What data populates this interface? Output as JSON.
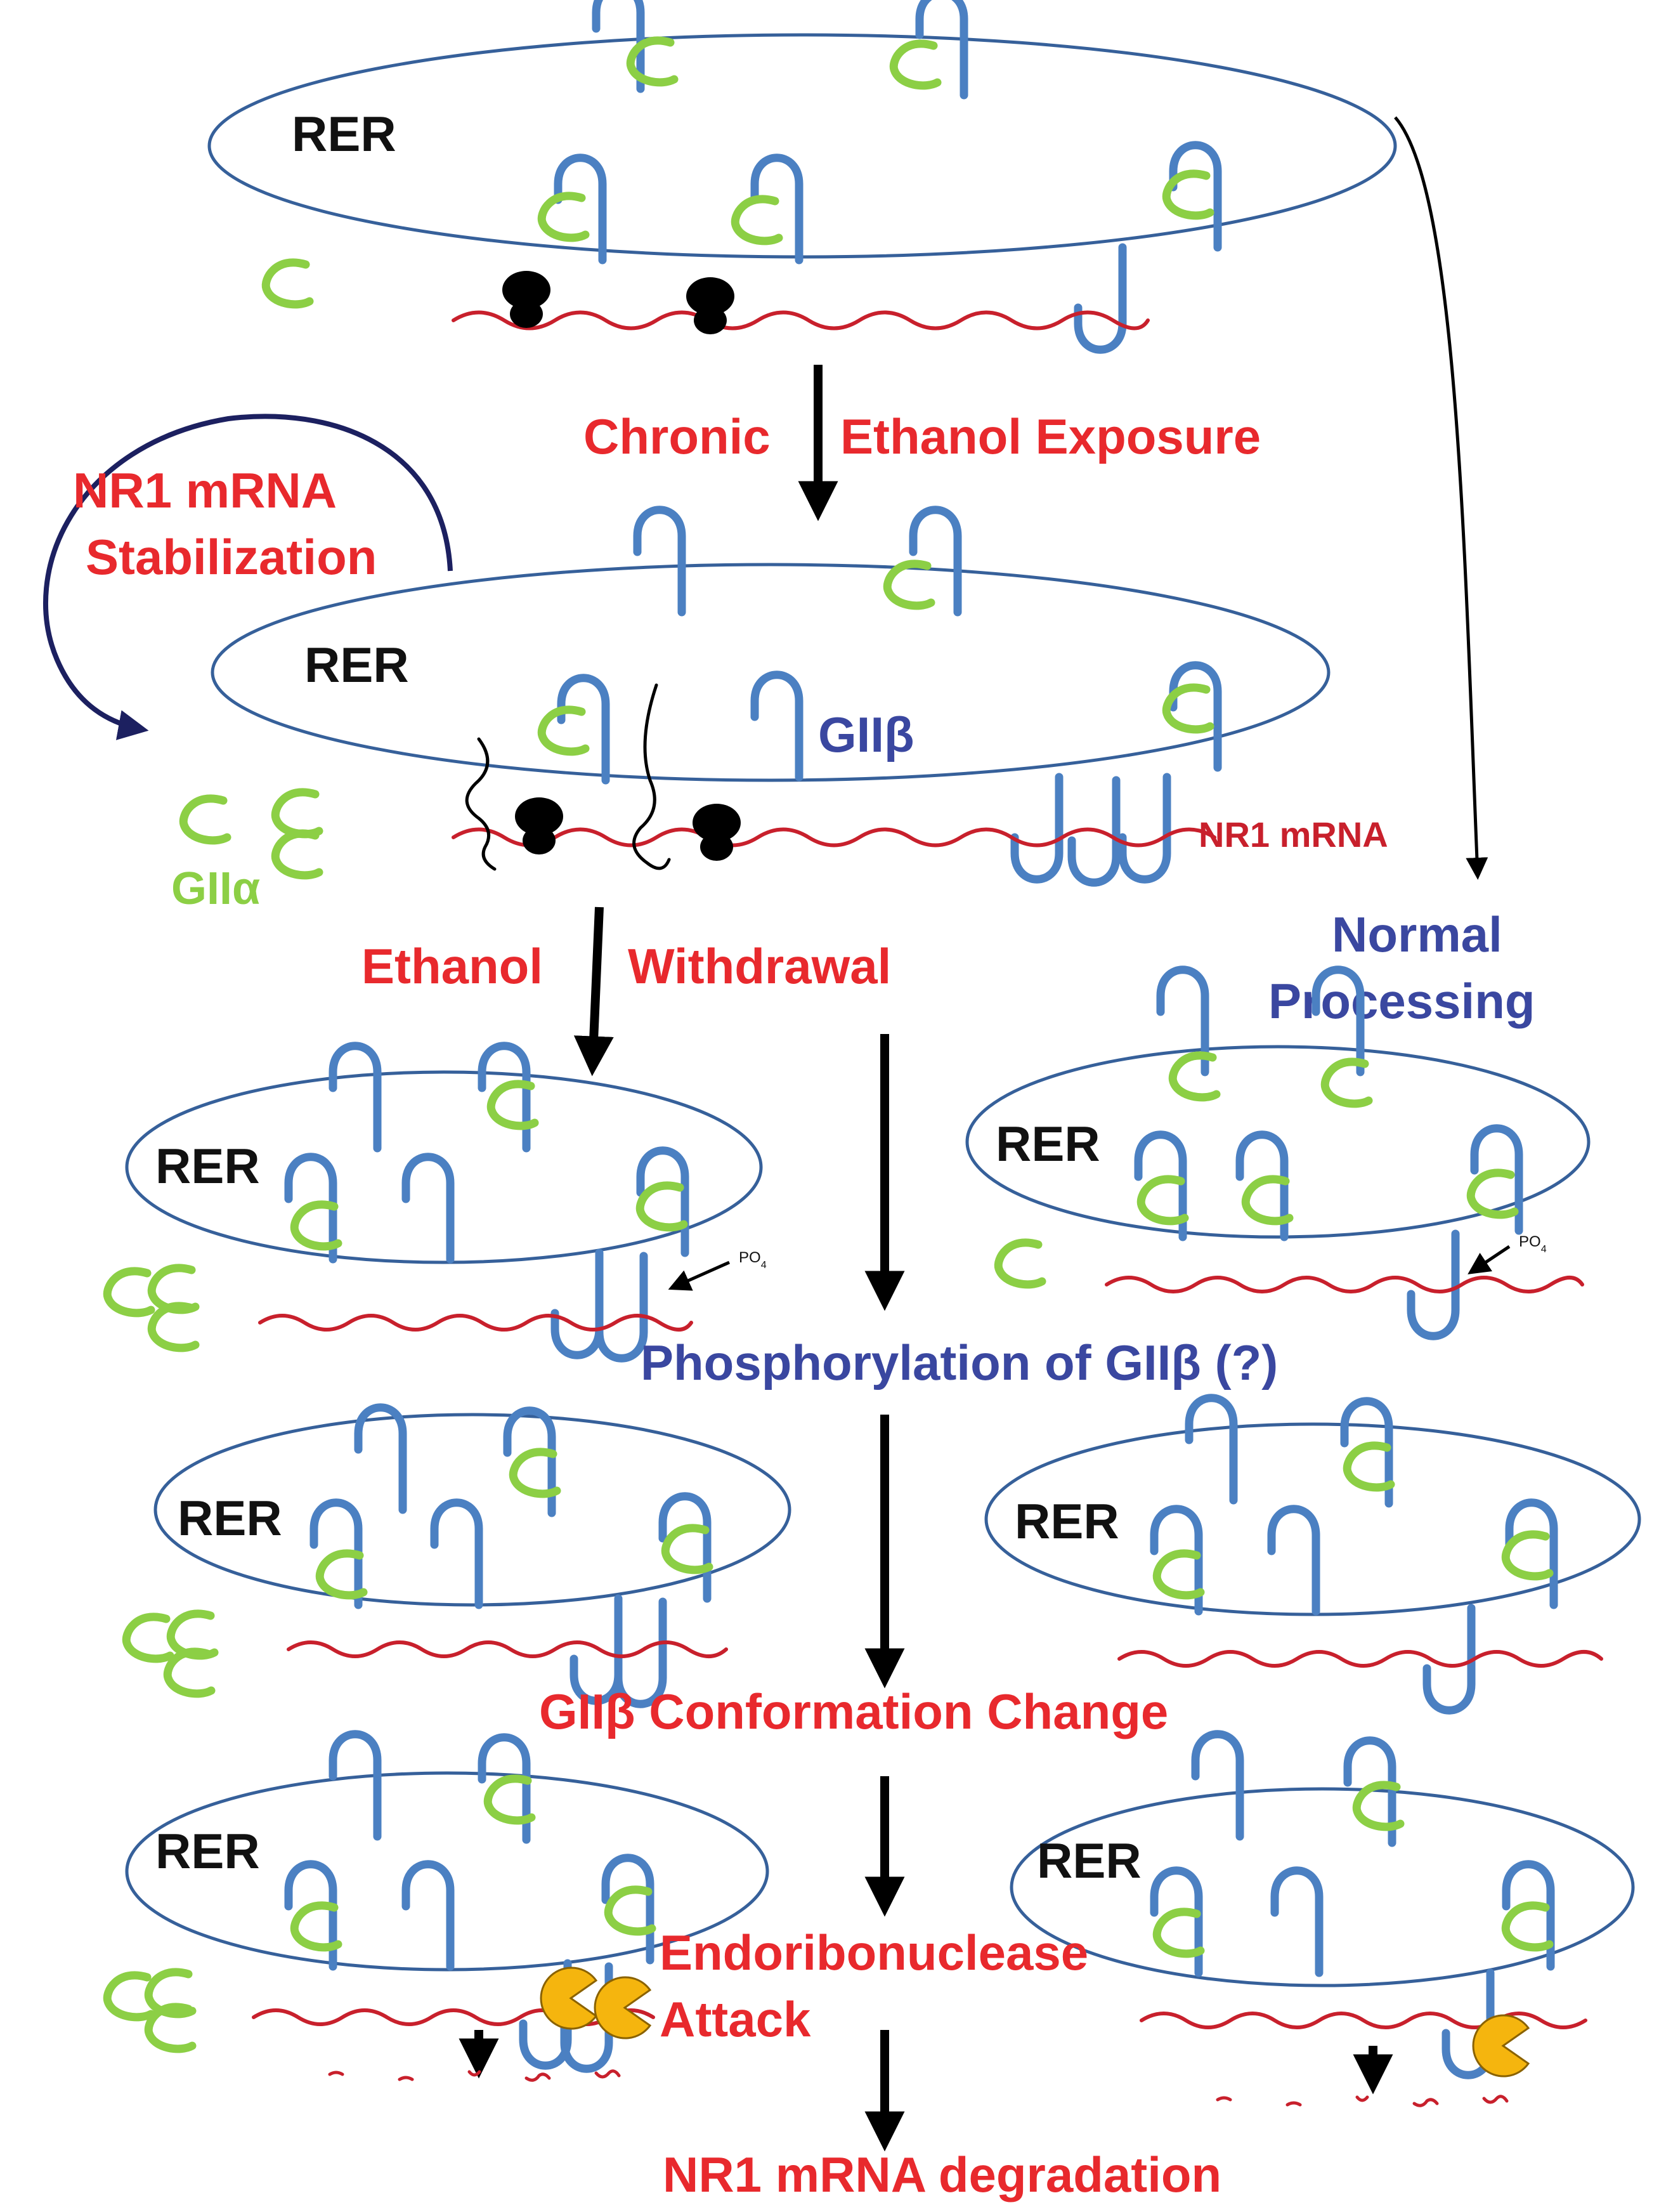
{
  "diagram": {
    "rer_label": "RER",
    "steps": {
      "chronic_exposure_left": "Chronic",
      "chronic_exposure_right": "Ethanol Exposure",
      "stabilization_line1": "NR1 mRNA",
      "stabilization_line2": "Stabilization",
      "withdrawal_left": "Ethanol",
      "withdrawal_right": "Withdrawal",
      "normal_line1": "Normal",
      "normal_line2": "Processing",
      "phosphorylation": "Phosphorylation of GIIβ (?)",
      "conformation": "GIIβ Conformation Change",
      "endo_line1": "Endoribonuclease",
      "endo_line2": "Attack",
      "degradation": "NR1 mRNA degradation"
    },
    "molecule_labels": {
      "gii_beta": "GIIβ",
      "gii_alpha": "GIIα",
      "nr1_mrna": "NR1 mRNA",
      "po4": "PO",
      "po4_subscript": "4"
    },
    "colors": {
      "step_text": "#e8292d",
      "normal_text": "#3a47a0",
      "membrane": "#36609a",
      "gii_beta": "#4b80c2",
      "gii_alpha": "#8ccf45",
      "mrna": "#c8202c",
      "endoribonuclease": "#f5b50e"
    },
    "icons": {
      "ribosome": "ribosome-icon",
      "endoribonuclease": "pacman-enzyme-icon",
      "gii_beta": "hook-protein-icon",
      "gii_alpha": "crescent-protein-icon"
    }
  }
}
